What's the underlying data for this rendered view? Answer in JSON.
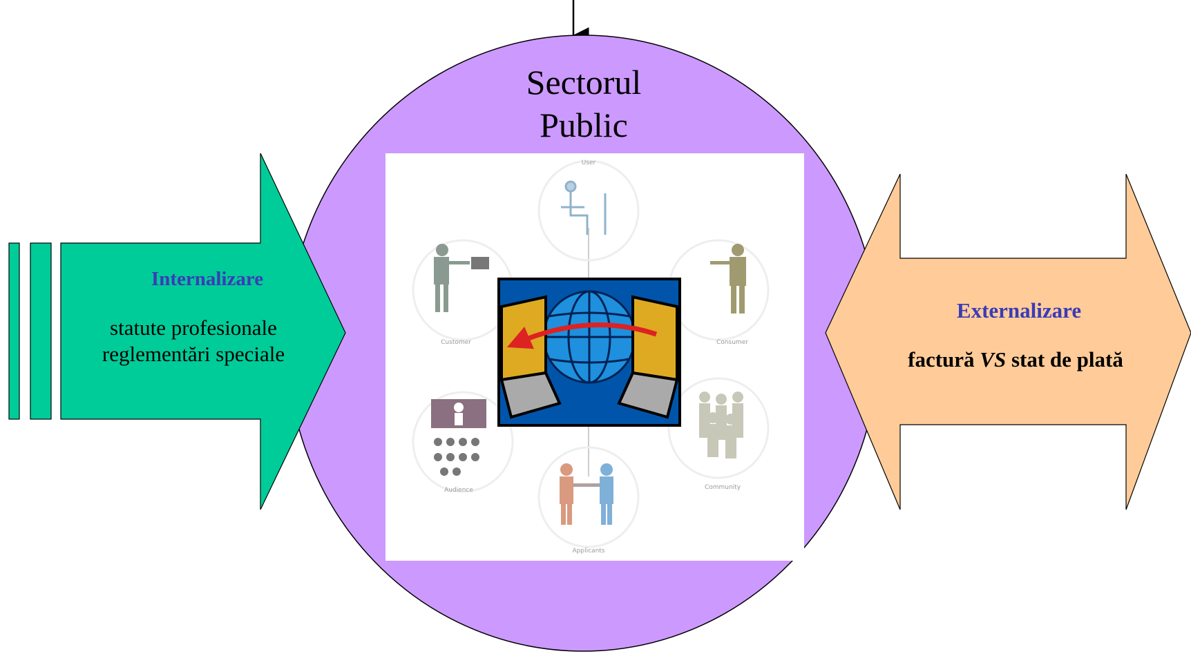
{
  "center": {
    "title_line1": "Sectorul",
    "title_line2": "Public"
  },
  "left_arrow": {
    "title": "Internalizare",
    "line1": "statute profesionale",
    "line2": "reglementări speciale"
  },
  "right_arrow": {
    "title": "Externalizare",
    "text_before": "factură ",
    "text_italic": "VS",
    "text_after": " stat de plată"
  },
  "image_roles": {
    "top": "User",
    "left": "Customer",
    "right": "Consumer",
    "bottom_left": "Audience",
    "bottom_right": "Community",
    "bottom": "Applicants"
  },
  "colors": {
    "circle": "#cc99ff",
    "left_arrow": "#00cc99",
    "right_arrow": "#ffcc99",
    "accent_text": "#3b3bb8",
    "globe_panel": "#0055aa",
    "screen_gold": "#ddaa22",
    "curve_arrow": "#dd2222"
  }
}
